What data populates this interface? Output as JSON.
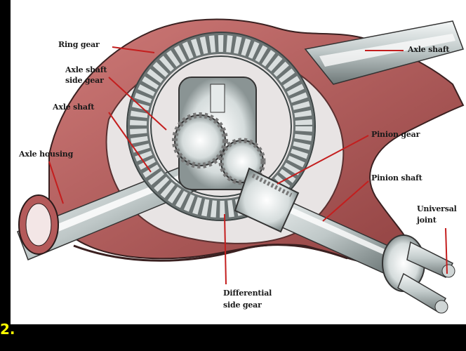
{
  "labels": {
    "ring_gear": "Ring gear",
    "axle_shaft_right": "Axle shaft",
    "axle_shaft_side_gear_line1": "Axle shaft",
    "axle_shaft_side_gear_line2": "side gear",
    "axle_shaft_left": "Axle shaft",
    "axle_housing": "Axle housing",
    "pinion_gear": "Pinion gear",
    "pinion_shaft": "Pinion shaft",
    "universal_joint_line1": "Universal",
    "universal_joint_line2": "joint",
    "differential_side_gear_line1": "Differential",
    "differential_side_gear_line2": "side gear"
  },
  "corner_mark": "2.",
  "colors": {
    "background": "#000000",
    "panel": "#ffffff",
    "housing_red": "#b45a5a",
    "metal": "#cfd6d6",
    "leader_line": "#c41e1e",
    "corner_mark": "#ffff00"
  }
}
